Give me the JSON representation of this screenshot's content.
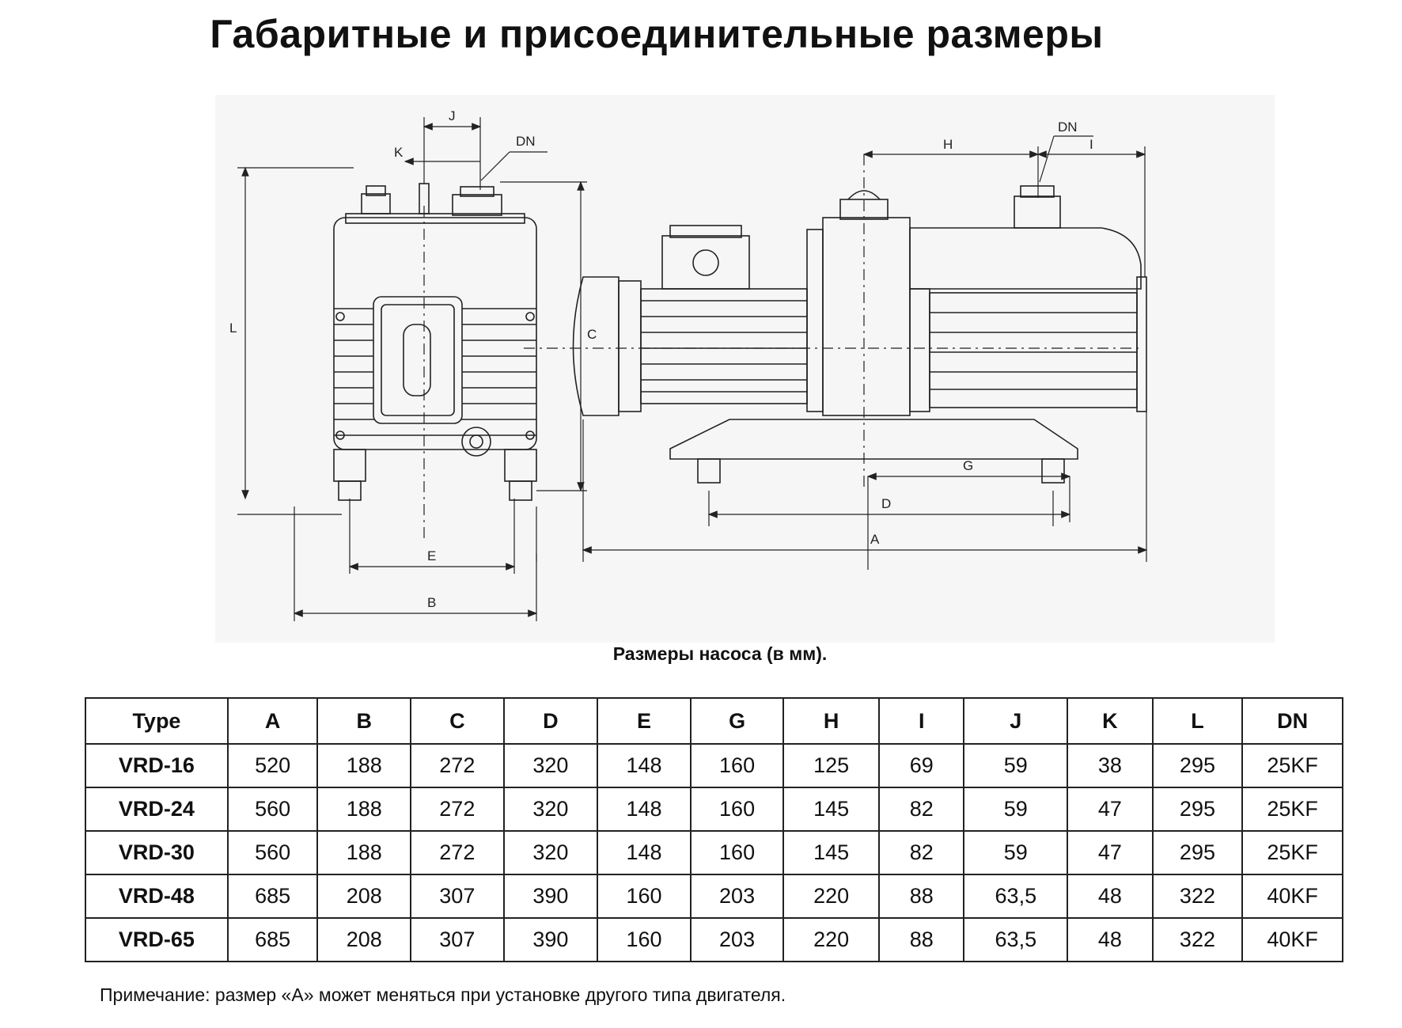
{
  "title": "Габаритные и присоединительные размеры",
  "drawing": {
    "labels": {
      "J": "J",
      "K": "K",
      "DN_left": "DN",
      "L": "L",
      "C": "C",
      "E": "E",
      "B": "B",
      "DN_right": "DN",
      "H": "H",
      "I": "I",
      "G": "G",
      "D": "D",
      "A": "A"
    }
  },
  "caption": "Размеры насоса (в мм).",
  "table": {
    "headers": [
      "Type",
      "A",
      "B",
      "C",
      "D",
      "E",
      "G",
      "H",
      "I",
      "J",
      "K",
      "L",
      "DN"
    ],
    "rows": [
      [
        "VRD-16",
        "520",
        "188",
        "272",
        "320",
        "148",
        "160",
        "125",
        "69",
        "59",
        "38",
        "295",
        "25KF"
      ],
      [
        "VRD-24",
        "560",
        "188",
        "272",
        "320",
        "148",
        "160",
        "145",
        "82",
        "59",
        "47",
        "295",
        "25KF"
      ],
      [
        "VRD-30",
        "560",
        "188",
        "272",
        "320",
        "148",
        "160",
        "145",
        "82",
        "59",
        "47",
        "295",
        "25KF"
      ],
      [
        "VRD-48",
        "685",
        "208",
        "307",
        "390",
        "160",
        "203",
        "220",
        "88",
        "63,5",
        "48",
        "322",
        "40KF"
      ],
      [
        "VRD-65",
        "685",
        "208",
        "307",
        "390",
        "160",
        "203",
        "220",
        "88",
        "63,5",
        "48",
        "322",
        "40KF"
      ]
    ]
  },
  "note": "Примечание: размер «А» может меняться при установке другого типа двигателя."
}
